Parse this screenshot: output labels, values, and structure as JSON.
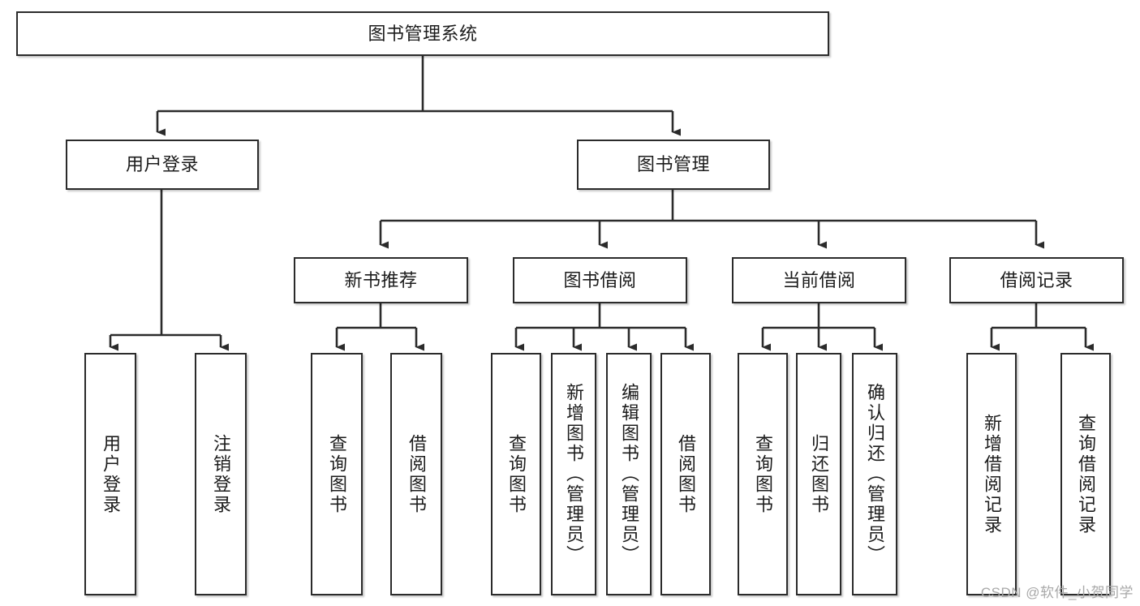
{
  "diagram": {
    "title": "图书管理系统",
    "type": "tree",
    "watermark": "CSDN @软件_小贺同学",
    "colors": {
      "node_border": "#2b2b2b",
      "node_fill": "#ffffff",
      "connector": "#2b2b2b",
      "text": "#1c1c1c",
      "watermark": "#a8a8a8"
    },
    "nodes": {
      "root": {
        "label": "图书管理系统",
        "level": 0,
        "orientation": "horizontal"
      },
      "user_login": {
        "label": "用户登录",
        "level": 1,
        "orientation": "horizontal"
      },
      "book_manage": {
        "label": "图书管理",
        "level": 1,
        "orientation": "horizontal"
      },
      "new_book_rec": {
        "label": "新书推荐",
        "level": 2,
        "orientation": "horizontal"
      },
      "book_borrow": {
        "label": "图书借阅",
        "level": 2,
        "orientation": "horizontal"
      },
      "current_borrow": {
        "label": "当前借阅",
        "level": 2,
        "orientation": "horizontal"
      },
      "borrow_record": {
        "label": "借阅记录",
        "level": 2,
        "orientation": "horizontal"
      },
      "leaf_user_login": {
        "label": "用户登录",
        "level": 2,
        "orientation": "vertical"
      },
      "leaf_logout": {
        "label": "注销登录",
        "level": 2,
        "orientation": "vertical"
      },
      "leaf_query_book_1": {
        "label": "查询图书",
        "level": 3,
        "orientation": "vertical"
      },
      "leaf_borrow_book_1": {
        "label": "借阅图书",
        "level": 3,
        "orientation": "vertical"
      },
      "leaf_query_book_2": {
        "label": "查询图书",
        "level": 3,
        "orientation": "vertical"
      },
      "leaf_add_book": {
        "label": "新增图书（管理员）",
        "level": 3,
        "orientation": "vertical"
      },
      "leaf_edit_book": {
        "label": "编辑图书（管理员）",
        "level": 3,
        "orientation": "vertical"
      },
      "leaf_borrow_book_2": {
        "label": "借阅图书",
        "level": 3,
        "orientation": "vertical"
      },
      "leaf_query_book_3": {
        "label": "查询图书",
        "level": 3,
        "orientation": "vertical"
      },
      "leaf_return_book": {
        "label": "归还图书",
        "level": 3,
        "orientation": "vertical"
      },
      "leaf_confirm_return": {
        "label": "确认归还（管理员）",
        "level": 3,
        "orientation": "vertical"
      },
      "leaf_add_record": {
        "label": "新增借阅记录",
        "level": 3,
        "orientation": "vertical"
      },
      "leaf_query_record": {
        "label": "查询借阅记录",
        "level": 3,
        "orientation": "vertical"
      }
    },
    "edges": [
      {
        "from": "root",
        "to": "user_login"
      },
      {
        "from": "root",
        "to": "book_manage"
      },
      {
        "from": "user_login",
        "to": "leaf_user_login"
      },
      {
        "from": "user_login",
        "to": "leaf_logout"
      },
      {
        "from": "book_manage",
        "to": "new_book_rec"
      },
      {
        "from": "book_manage",
        "to": "book_borrow"
      },
      {
        "from": "book_manage",
        "to": "current_borrow"
      },
      {
        "from": "book_manage",
        "to": "borrow_record"
      },
      {
        "from": "new_book_rec",
        "to": "leaf_query_book_1"
      },
      {
        "from": "new_book_rec",
        "to": "leaf_borrow_book_1"
      },
      {
        "from": "book_borrow",
        "to": "leaf_query_book_2"
      },
      {
        "from": "book_borrow",
        "to": "leaf_add_book"
      },
      {
        "from": "book_borrow",
        "to": "leaf_edit_book"
      },
      {
        "from": "book_borrow",
        "to": "leaf_borrow_book_2"
      },
      {
        "from": "current_borrow",
        "to": "leaf_query_book_3"
      },
      {
        "from": "current_borrow",
        "to": "leaf_return_book"
      },
      {
        "from": "current_borrow",
        "to": "leaf_confirm_return"
      },
      {
        "from": "borrow_record",
        "to": "leaf_add_record"
      },
      {
        "from": "borrow_record",
        "to": "leaf_query_record"
      }
    ]
  }
}
